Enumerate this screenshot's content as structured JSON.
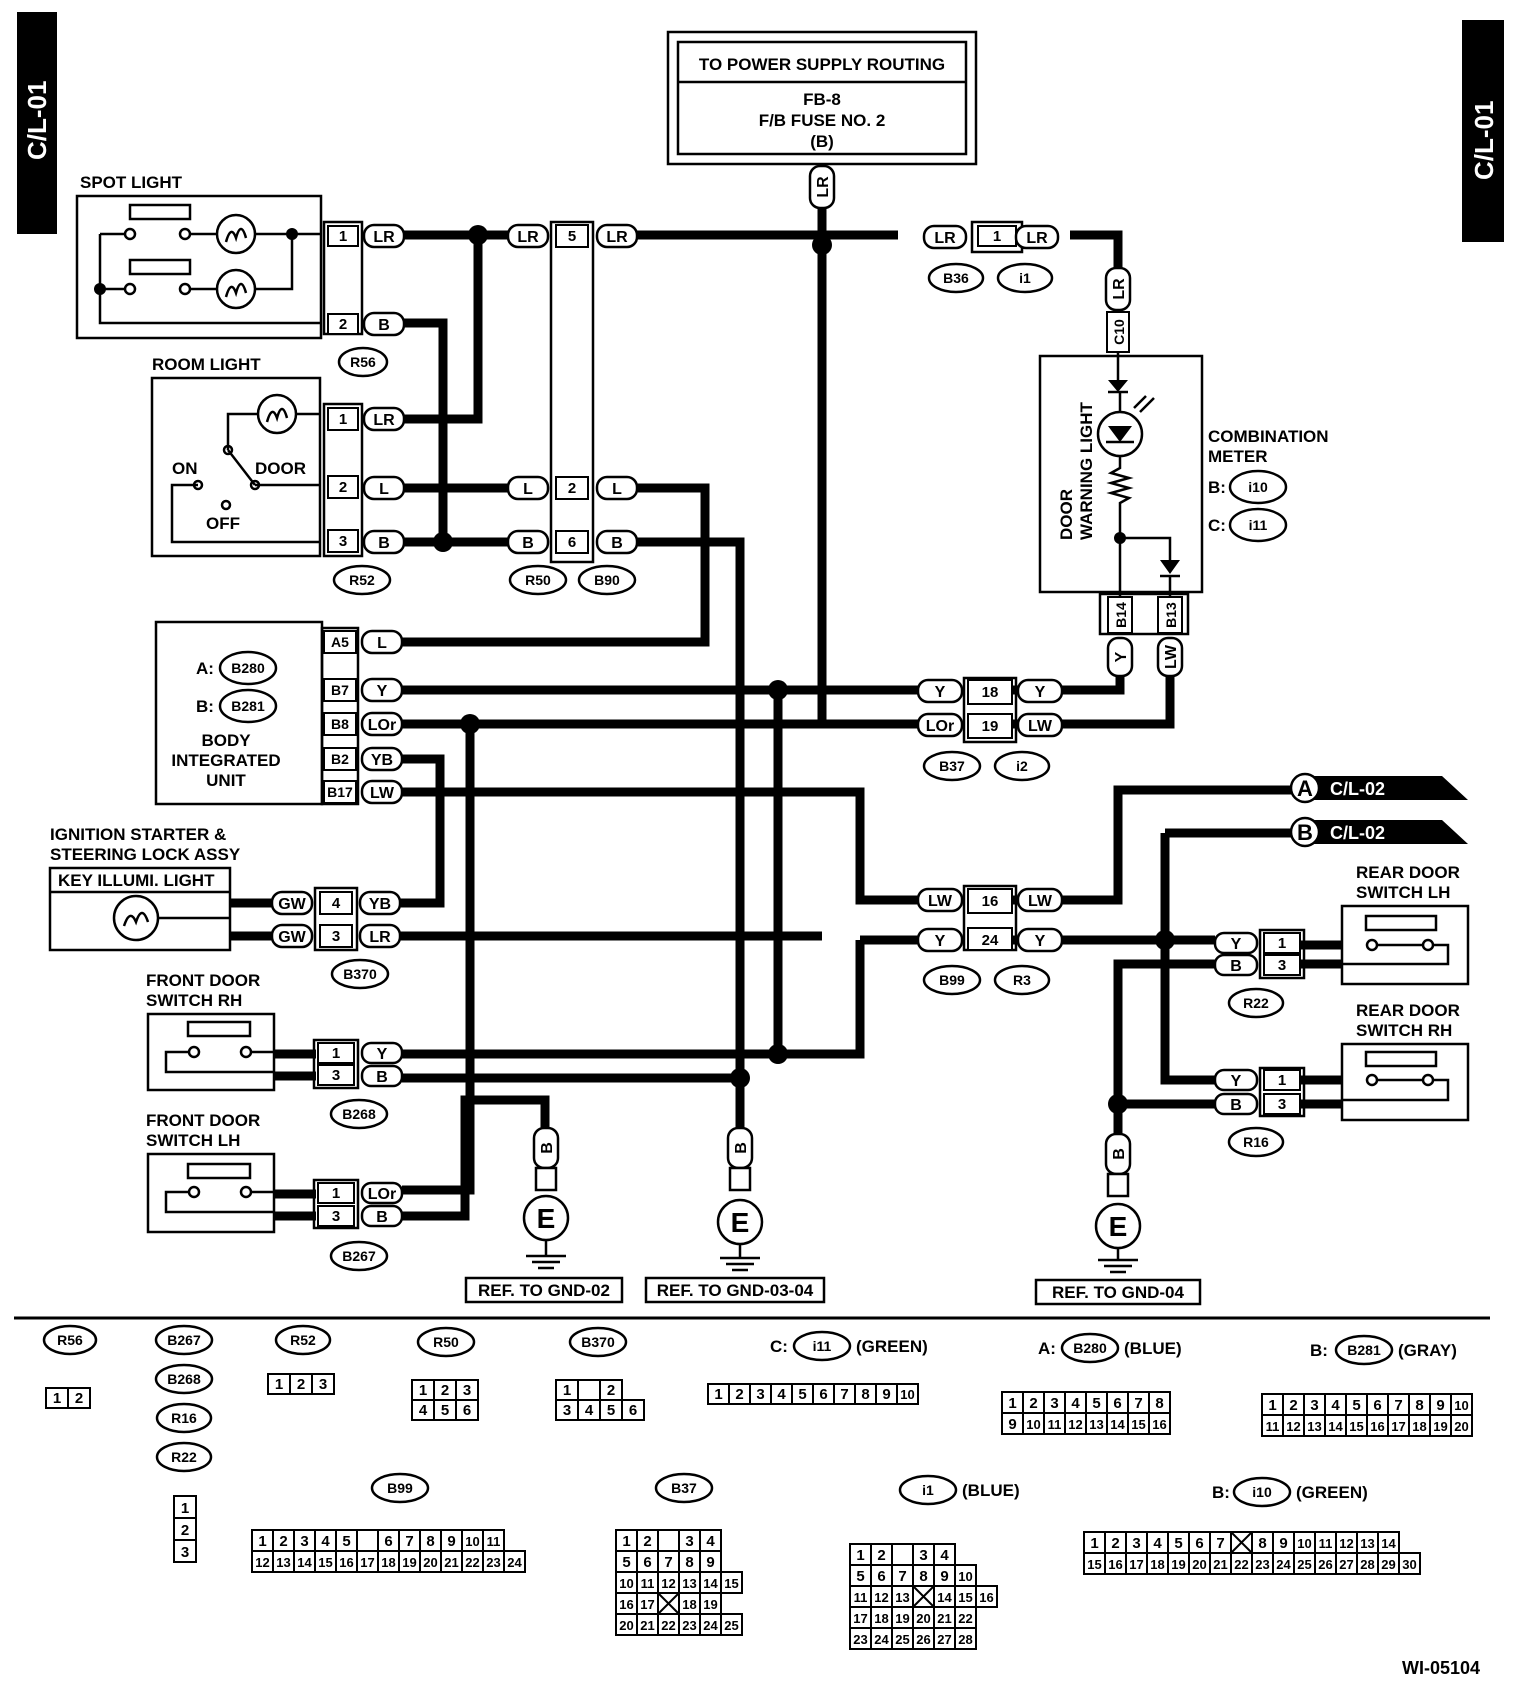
{
  "side_tabs": {
    "left": "C/L-01",
    "right": "C/L-01"
  },
  "power_box": {
    "title": "TO POWER SUPPLY ROUTING",
    "line1": "FB-8",
    "line2": "F/B FUSE NO. 2",
    "line3": "(B)"
  },
  "components": {
    "spot_light": "SPOT LIGHT",
    "room_light": "ROOM LIGHT",
    "room_on": "ON",
    "room_door": "DOOR",
    "room_off": "OFF",
    "biu_a": "A:",
    "biu_b": "B:",
    "biu_name1": "BODY",
    "biu_name2": "INTEGRATED",
    "biu_name3": "UNIT",
    "ign1": "IGNITION STARTER &",
    "ign2": "STEERING LOCK ASSY",
    "key_illum": "KEY ILLUMI. LIGHT",
    "fdrh1": "FRONT DOOR",
    "fdrh2": "SWITCH RH",
    "fdlh1": "FRONT DOOR",
    "fdlh2": "SWITCH LH",
    "rdlh1": "REAR DOOR",
    "rdlh2": "SWITCH LH",
    "rdrh1": "REAR DOOR",
    "rdrh2": "SWITCH RH",
    "meter1": "COMBINATION",
    "meter2": "METER",
    "meter_b": "B:",
    "meter_c": "C:",
    "dwl1": "DOOR",
    "dwl2": "WARNING LIGHT"
  },
  "connectors": {
    "R56": "R56",
    "R52": "R52",
    "R50": "R50",
    "B90": "B90",
    "B36": "B36",
    "i1": "i1",
    "i10": "i10",
    "i11": "i11",
    "B280": "B280",
    "B281": "B281",
    "B37": "B37",
    "i2": "i2",
    "B370": "B370",
    "B99": "B99",
    "R3": "R3",
    "R22": "R22",
    "R16": "R16",
    "B268": "B268",
    "B267": "B267",
    "B14": "B14",
    "B13": "B13",
    "C10": "C10"
  },
  "pins": {
    "p1": "1",
    "p2": "2",
    "p3": "3",
    "p4": "4",
    "p5": "5",
    "p6": "6",
    "p16": "16",
    "p18": "18",
    "p19": "19",
    "p24": "24",
    "A5": "A5",
    "B7": "B7",
    "B8": "B8",
    "B2": "B2",
    "B17": "B17"
  },
  "wires": {
    "LR": "LR",
    "B": "B",
    "L": "L",
    "Y": "Y",
    "LOr": "LOr",
    "YB": "YB",
    "LW": "LW",
    "GW": "GW"
  },
  "refs": {
    "a_letter": "A",
    "b_letter": "B",
    "cl02": "C/L-02",
    "gnd02": "REF. TO GND-02",
    "gnd0304": "REF. TO GND-03-04",
    "gnd04": "REF. TO GND-04",
    "earth": "E"
  },
  "legend": {
    "c_prefix": "C:",
    "green": "(GREEN)",
    "a_prefix": "A:",
    "blue": "(BLUE)",
    "b_prefix": "B:",
    "gray": "(GRAY)"
  },
  "legend_pins": {
    "r56": [
      [
        "1",
        "2"
      ]
    ],
    "r52": [
      [
        "1",
        "2",
        "3"
      ]
    ],
    "r50": [
      [
        "1",
        "2",
        "3"
      ],
      [
        "4",
        "5",
        "6"
      ]
    ],
    "b370": [
      [
        "1",
        "",
        "2"
      ],
      [
        "3",
        "4",
        "5",
        "6"
      ]
    ],
    "i11": [
      [
        "1",
        "2",
        "3",
        "4",
        "5",
        "6",
        "7",
        "8",
        "9",
        "10"
      ]
    ],
    "b280": [
      [
        "1",
        "2",
        "3",
        "4",
        "5",
        "6",
        "7",
        "8"
      ],
      [
        "9",
        "10",
        "11",
        "12",
        "13",
        "14",
        "15",
        "16"
      ]
    ],
    "b281": [
      [
        "1",
        "2",
        "3",
        "4",
        "5",
        "6",
        "7",
        "8",
        "9",
        "10"
      ],
      [
        "11",
        "12",
        "13",
        "14",
        "15",
        "16",
        "17",
        "18",
        "19",
        "20"
      ]
    ],
    "b267": [
      [
        "1"
      ],
      [
        "2"
      ],
      [
        "3"
      ]
    ],
    "b99": [
      [
        "1",
        "2",
        "3",
        "4",
        "5",
        "",
        "6",
        "7",
        "8",
        "9",
        "10",
        "11"
      ],
      [
        "12",
        "13",
        "14",
        "15",
        "16",
        "17",
        "18",
        "19",
        "20",
        "21",
        "22",
        "23",
        "24"
      ]
    ],
    "b37": [
      [
        "1",
        "2",
        "",
        "3",
        "4"
      ],
      [
        "5",
        "6",
        "7",
        "8",
        "9"
      ],
      [
        "10",
        "11",
        "12",
        "13",
        "14",
        "15"
      ],
      [
        "16",
        "17",
        "X",
        "18",
        "19"
      ],
      [
        "20",
        "21",
        "22",
        "23",
        "24",
        "25"
      ]
    ],
    "i1": [
      [
        "1",
        "2",
        "",
        "3",
        "4"
      ],
      [
        "5",
        "6",
        "7",
        "8",
        "9",
        "10"
      ],
      [
        "11",
        "12",
        "13",
        "X",
        "14",
        "15",
        "16"
      ],
      [
        "17",
        "18",
        "19",
        "20",
        "21",
        "22"
      ],
      [
        "23",
        "24",
        "25",
        "26",
        "27",
        "28"
      ]
    ],
    "i10": [
      [
        "1",
        "2",
        "3",
        "4",
        "5",
        "6",
        "7",
        "X",
        "8",
        "9",
        "10",
        "11",
        "12",
        "13",
        "14"
      ],
      [
        "15",
        "16",
        "17",
        "18",
        "19",
        "20",
        "21",
        "22",
        "23",
        "24",
        "25",
        "26",
        "27",
        "28",
        "29",
        "30"
      ]
    ]
  },
  "figure_id": "WI-05104"
}
